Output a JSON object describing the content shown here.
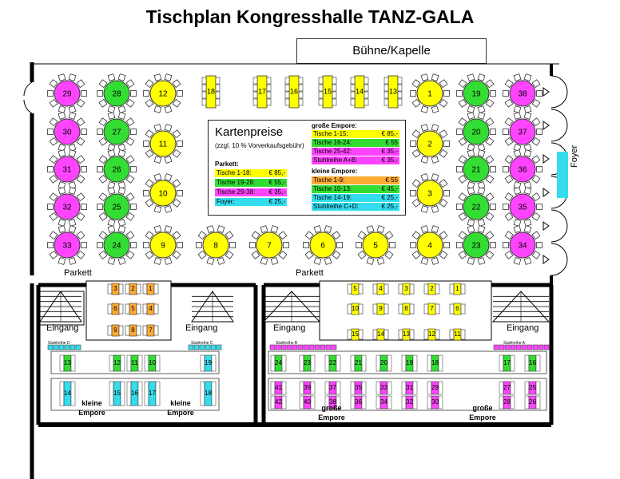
{
  "title": "Tischplan Kongresshalle TANZ-GALA",
  "stage": "Bühne/Kapelle",
  "labels": {
    "parkett": "Parkett",
    "foyer": "Foyer",
    "eingang": "Eingang",
    "kleine_empore": "kleine Empore",
    "grosse_empore": "große Empore",
    "stuhlreihe_a": "Stuhlreihe A",
    "stuhlreihe_b": "Stuhlreihe B",
    "stuhlreihe_c": "Stuhlreihe C",
    "stuhlreihe_d": "Stuhlreihe D"
  },
  "legend": {
    "heading": "Kartenpreise",
    "note": "(zzgl. 10 % Vorverkaufsgebühr)",
    "parkett_title": "Parkett:",
    "parkett": [
      {
        "name": "Tische   1-18:",
        "price": "€ 85,-",
        "color": "#ffff00"
      },
      {
        "name": "Tische 19-28:",
        "price": "€ 55,-",
        "color": "#33dd33"
      },
      {
        "name": "Tische 29-38:",
        "price": "€ 35,-",
        "color": "#ff44ff"
      },
      {
        "name": "Foyer:",
        "price": "€ 25,-",
        "color": "#33ddee"
      }
    ],
    "gross_title": "große Empore:",
    "gross": [
      {
        "name": "Tische   1-15:",
        "price": "€ 85,-",
        "color": "#ffff00"
      },
      {
        "name": "Tische 16-24:",
        "price": "€ 55",
        "color": "#33dd33"
      },
      {
        "name": "Tische 25-42:",
        "price": "€ 35,-",
        "color": "#ff44ff"
      },
      {
        "name": "Stuhlreihe A+B:",
        "price": "€ 35,-",
        "color": "#ff44ff"
      }
    ],
    "klein_title": "kleine Empore:",
    "klein": [
      {
        "name": "Tische     1-9:",
        "price": "€ 55",
        "color": "#ffaa33"
      },
      {
        "name": "Tische 10-13:",
        "price": "€ 45,-",
        "color": "#33dd33"
      },
      {
        "name": "Tische 14-19:",
        "price": "€ 25,-",
        "color": "#33ddee"
      },
      {
        "name": "Stuhlreihe C+D:",
        "price": "€ 25,-",
        "color": "#33ddee"
      }
    ]
  },
  "colors": {
    "yellow": "#ffff00",
    "green": "#33dd33",
    "magenta": "#ff44ff",
    "cyan": "#33ddee",
    "orange": "#ffaa33"
  },
  "round_tables": [
    {
      "n": "29",
      "c": "magenta"
    },
    {
      "n": "28",
      "c": "green"
    },
    {
      "n": "12",
      "c": "yellow"
    },
    {
      "n": "1",
      "c": "yellow"
    },
    {
      "n": "19",
      "c": "green"
    },
    {
      "n": "38",
      "c": "magenta"
    },
    {
      "n": "30",
      "c": "magenta"
    },
    {
      "n": "27",
      "c": "green"
    },
    {
      "n": "11",
      "c": "yellow"
    },
    {
      "n": "2",
      "c": "yellow"
    },
    {
      "n": "20",
      "c": "green"
    },
    {
      "n": "37",
      "c": "magenta"
    },
    {
      "n": "31",
      "c": "magenta"
    },
    {
      "n": "26",
      "c": "green"
    },
    {
      "n": "21",
      "c": "green"
    },
    {
      "n": "36",
      "c": "magenta"
    },
    {
      "n": "32",
      "c": "magenta"
    },
    {
      "n": "25",
      "c": "green"
    },
    {
      "n": "10",
      "c": "yellow"
    },
    {
      "n": "3",
      "c": "yellow"
    },
    {
      "n": "22",
      "c": "green"
    },
    {
      "n": "35",
      "c": "magenta"
    },
    {
      "n": "33",
      "c": "magenta"
    },
    {
      "n": "24",
      "c": "green"
    },
    {
      "n": "9",
      "c": "yellow"
    },
    {
      "n": "8",
      "c": "yellow"
    },
    {
      "n": "7",
      "c": "yellow"
    },
    {
      "n": "6",
      "c": "yellow"
    },
    {
      "n": "5",
      "c": "yellow"
    },
    {
      "n": "4",
      "c": "yellow"
    },
    {
      "n": "23",
      "c": "green"
    },
    {
      "n": "34",
      "c": "magenta"
    }
  ],
  "rect_tables_top": [
    "18",
    "17",
    "16",
    "15",
    "14",
    "13"
  ],
  "klein_tables": {
    "row1": [
      "3",
      "2",
      "1"
    ],
    "row2": [
      "6",
      "5",
      "4"
    ],
    "row3": [
      "9",
      "8",
      "7"
    ],
    "green": [
      "13",
      "12",
      "11",
      "10"
    ],
    "cyan_right": "19",
    "cyan": [
      "14",
      "15",
      "16",
      "17",
      "18"
    ]
  },
  "gross_tables": {
    "row1": [
      "5",
      "4",
      "3",
      "2",
      "1"
    ],
    "row2": [
      "10",
      "9",
      "8",
      "7",
      "6"
    ],
    "row3": [
      "15",
      "14",
      "13",
      "12",
      "11"
    ],
    "green": [
      "24",
      "23",
      "22",
      "21",
      "20",
      "19",
      "18",
      "17",
      "16"
    ],
    "mag_top": [
      "41",
      "39",
      "37",
      "35",
      "33",
      "31",
      "29",
      "27",
      "25"
    ],
    "mag_bot": [
      "42",
      "40",
      "38",
      "36",
      "34",
      "32",
      "30",
      "28",
      "26"
    ]
  }
}
